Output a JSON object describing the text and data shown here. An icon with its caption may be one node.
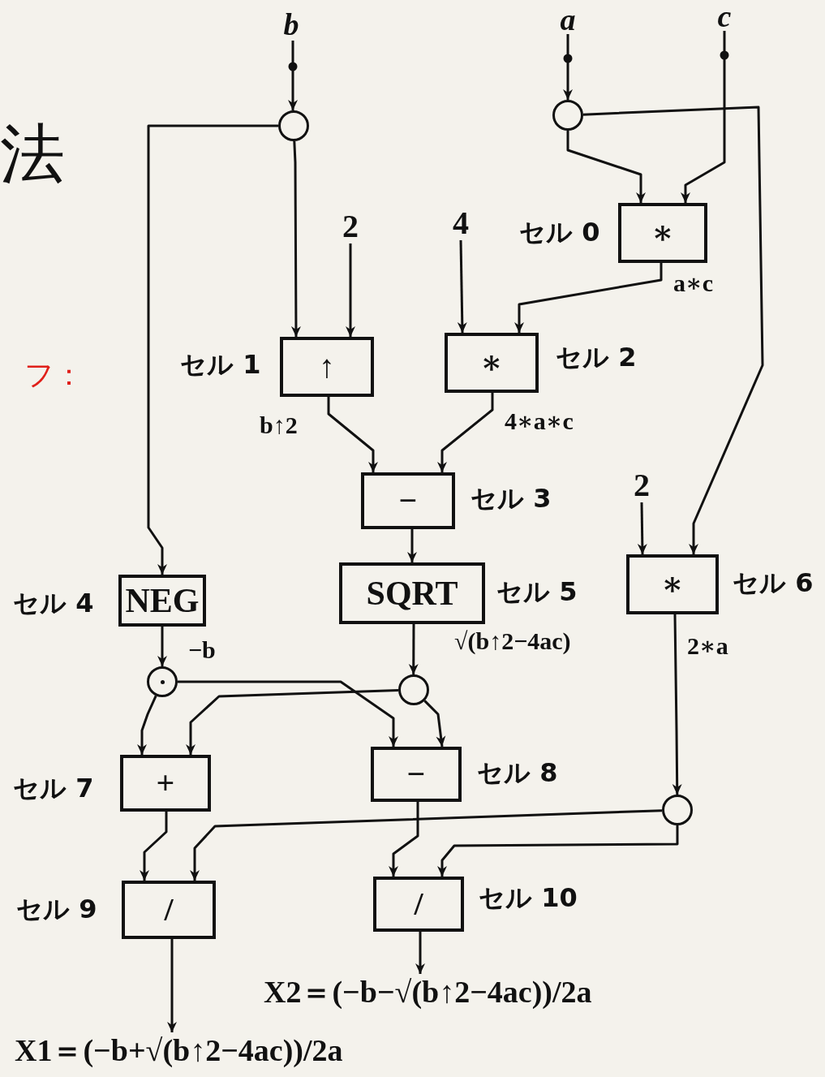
{
  "diagram": {
    "nodes": [
      {
        "text": [
          "b"
        ]
      },
      {
        "text": [
          "a"
        ]
      },
      {
        "text": [
          "c"
        ]
      },
      {
        "text": [],
        "shape": "circle"
      },
      {
        "text": [],
        "shape": "circle"
      },
      {
        "text": [
          "2"
        ]
      },
      {
        "text": [
          "4"
        ]
      },
      {
        "text": [
          "∗"
        ],
        "beside": [
          "セル 0"
        ]
      },
      {
        "text": [
          "↑"
        ],
        "beside": [
          "セル 1"
        ]
      },
      {
        "text": [
          "∗"
        ],
        "beside": [
          "セル 2"
        ]
      },
      {
        "text": [
          "−"
        ],
        "beside": [
          "セル 3"
        ]
      },
      {
        "text": [
          "2"
        ]
      },
      {
        "text": [
          "NEG"
        ],
        "beside": [
          "セル 4"
        ]
      },
      {
        "text": [
          "SQRT"
        ],
        "beside": [
          "セル 5"
        ]
      },
      {
        "text": [
          "∗"
        ],
        "beside": [
          "セル 6"
        ]
      },
      {
        "text": [],
        "shape": "circle"
      },
      {
        "text": [],
        "shape": "circle"
      },
      {
        "text": [
          "+"
        ],
        "beside": [
          "セル 7"
        ]
      },
      {
        "text": [
          "−"
        ],
        "beside": [
          "セル 8"
        ]
      },
      {
        "text": [],
        "shape": "circle"
      },
      {
        "text": [
          "/"
        ],
        "beside": [
          "セル 9"
        ]
      },
      {
        "text": [
          "/"
        ],
        "beside": [
          "セル 10"
        ]
      },
      {
        "text": [
          "X2＝(−b−√(b↑2−4ac))/2a"
        ]
      },
      {
        "text": [
          "X1＝(−b+√(b↑2−4ac))/2a"
        ]
      }
    ],
    "edges": [
      {
        "from": 0,
        "to": 3,
        "arrow": "to"
      },
      {
        "from": 1,
        "to": 4,
        "arrow": "to"
      },
      {
        "from": 2,
        "to": 7,
        "arrow": "to"
      },
      {
        "from": 4,
        "to": 7,
        "arrow": "to"
      },
      {
        "from": 4,
        "to": 14,
        "arrow": "to"
      },
      {
        "from": 3,
        "to": 12,
        "arrow": "to"
      },
      {
        "from": 3,
        "to": 8,
        "arrow": "to"
      },
      {
        "from": 5,
        "to": 8,
        "arrow": "to"
      },
      {
        "from": 6,
        "to": 9,
        "arrow": "to"
      },
      {
        "from": 7,
        "to": 9,
        "arrow": "to",
        "label": "a∗c"
      },
      {
        "from": 8,
        "to": 10,
        "arrow": "to",
        "label": "b↑2"
      },
      {
        "from": 9,
        "to": 10,
        "arrow": "to",
        "label": "4∗a∗c"
      },
      {
        "from": 10,
        "to": 13,
        "arrow": "to"
      },
      {
        "from": 11,
        "to": 14,
        "arrow": "to"
      },
      {
        "from": 12,
        "to": 15,
        "arrow": "to",
        "label": "−b"
      },
      {
        "from": 13,
        "to": 16,
        "arrow": "to",
        "label": "√(b↑2−4ac)"
      },
      {
        "from": 14,
        "to": 19,
        "arrow": "to",
        "label": "2∗a"
      },
      {
        "from": 15,
        "to": 17,
        "arrow": "to"
      },
      {
        "from": 15,
        "to": 18,
        "arrow": "to"
      },
      {
        "from": 16,
        "to": 17,
        "arrow": "to"
      },
      {
        "from": 16,
        "to": 18,
        "arrow": "to"
      },
      {
        "from": 17,
        "to": 20,
        "arrow": "to"
      },
      {
        "from": 18,
        "to": 21,
        "arrow": "to"
      },
      {
        "from": 19,
        "to": 20,
        "arrow": "to"
      },
      {
        "from": 19,
        "to": 21,
        "arrow": "to"
      },
      {
        "from": 20,
        "to": 23,
        "arrow": "to"
      },
      {
        "from": 21,
        "to": 22,
        "arrow": "to"
      }
    ],
    "labels": [
      "法",
      "フ："
    ]
  }
}
